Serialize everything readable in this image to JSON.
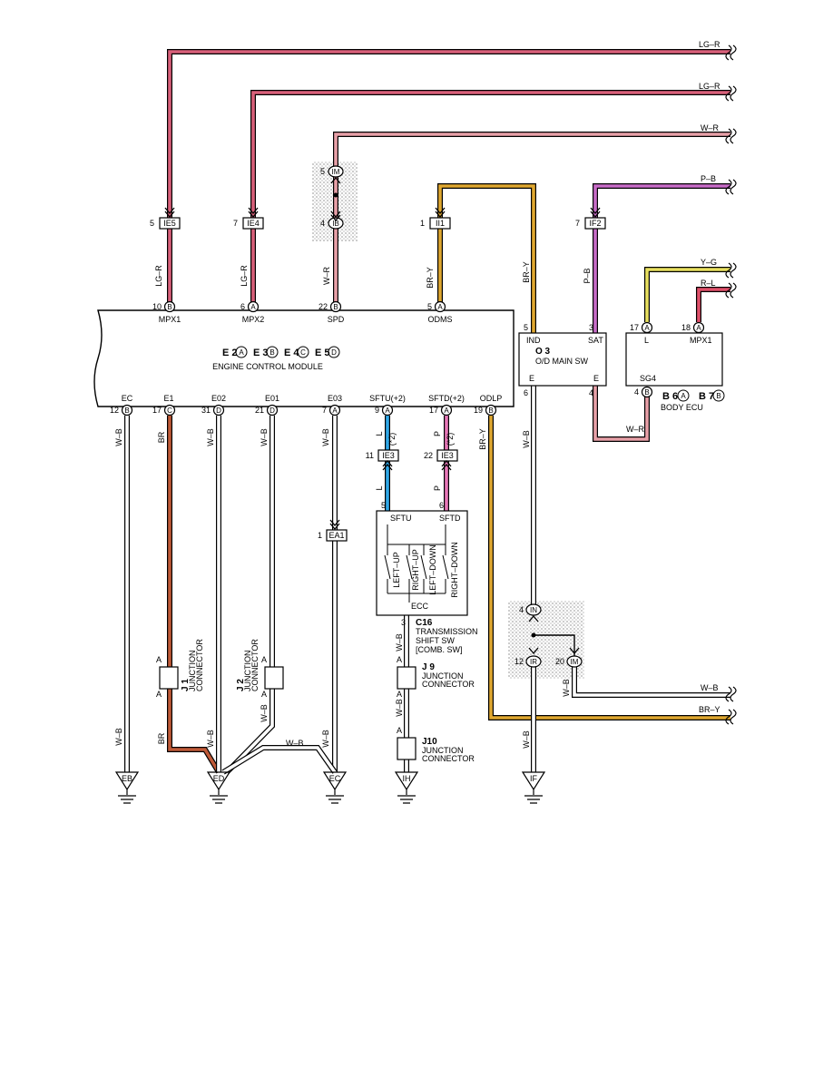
{
  "colors": {
    "LG-R": "#d9607a",
    "W-R": "#e8a0a8",
    "P-B": "#c86cc8",
    "Y-G": "#e8e060",
    "R-L": "#e0506a",
    "BR-Y": "#e0a830",
    "L": "#30a8e8",
    "P": "#e878b8",
    "BR": "#c05a38",
    "W-B": "#ffffff"
  },
  "wire_labels": {
    "lg_r_1": "LG–R",
    "lg_r_2": "LG–R",
    "w_r_top": "W–R",
    "p_b_top": "P–B",
    "y_g": "Y–G",
    "r_l": "R–L",
    "w_b_right": "W–B",
    "br_y_right": "BR–Y",
    "v_lg_r_1": "LG–R",
    "v_lg_r_2": "LG–R",
    "v_w_r": "W–R",
    "v_br_y": "BR–Y",
    "v_br_y_2": "BR–Y",
    "v_p_b": "P–B",
    "w_r_bottom": "W–R",
    "v_wb_ec": "W–B",
    "v_br_e1": "BR",
    "v_wb_e02": "W–B",
    "v_wb_e01": "W–B",
    "v_wb_e03": "W–B",
    "v_l": "L",
    "v_l_2": "(*2)",
    "v_p": "P",
    "v_p_2": "(*2)",
    "v_br_y_odlp": "BR–Y",
    "v_wb_main": "W–B",
    "v_l_lower": "L",
    "v_p_lower": "P",
    "v_wb_eb": "W–B",
    "v_br_lower": "BR",
    "v_wb_e02_lower": "W–B",
    "v_wb_j2": "W–B",
    "v_wb_e03_lower": "W–B",
    "h_wb_e03": "W–B",
    "v_wb_c16": "W–B",
    "v_wb_j9": "W–B",
    "v_wb_if": "W–B",
    "v_wb_1m": "W–B"
  },
  "connectors": {
    "ie5": "IE5",
    "ie4": "IE4",
    "ib": "IB",
    "im": "IM",
    "ii1": "II1",
    "if2": "IF2",
    "ie3a": "IE3",
    "ie3b": "IE3",
    "ea1": "EA1",
    "in": "IN",
    "ir": "IR",
    "im2": "IM"
  },
  "pins": {
    "ie5": "5",
    "ie4": "7",
    "ib": "4",
    "im": "5",
    "ii1": "1",
    "if2": "7",
    "ecm_mpx1": "10",
    "ecm_mpx2": "6",
    "ecm_spd": "22",
    "ecm_odms": "5",
    "ecm_ec": "12",
    "ecm_e1": "17",
    "ecm_e02": "31",
    "ecm_e01": "21",
    "ecm_e03": "7",
    "ecm_sftu": "9",
    "ecm_sftd": "17",
    "ecm_odlp": "19",
    "ie3a": "11",
    "ie3b": "22",
    "ea1": "1",
    "sw_sftu": "5",
    "sw_sftd": "6",
    "sw_ecc": "3",
    "o3_ind": "5",
    "o3_sat": "3",
    "o3_e1": "6",
    "o3_e2": "4",
    "body_l": "17",
    "body_mpx1": "18",
    "body_sg4": "4",
    "in": "4",
    "ir": "12",
    "im2": "20"
  },
  "pin_letters": {
    "mpx1": "B",
    "mpx2": "A",
    "spd": "B",
    "odms": "A",
    "ec": "B",
    "e1": "C",
    "e02": "D",
    "e01": "D",
    "e03": "A",
    "sftu": "A",
    "sftd": "A",
    "odlp": "B",
    "body_l": "A",
    "body_mpx1": "A",
    "body_sg4": "B"
  },
  "ecm": {
    "title": "ENGINE CONTROL MODULE",
    "codes": [
      "E 2",
      "A",
      "E 3",
      "B",
      "E 4",
      "C",
      "E 5",
      "D"
    ],
    "terms_top": [
      "MPX1",
      "MPX2",
      "SPD",
      "ODMS"
    ],
    "terms_bottom": [
      "EC",
      "E1",
      "E02",
      "E01",
      "E03",
      "SFTU(+2)",
      "SFTD(+2)",
      "ODLP"
    ]
  },
  "o3": {
    "code": "O 3",
    "name": "O/D MAIN SW",
    "ind": "IND",
    "sat": "SAT",
    "e": "E"
  },
  "body_ecu": {
    "l": "L",
    "mpx1": "MPX1",
    "sg4": "SG4",
    "codes": [
      "B 6",
      "A",
      "B 7",
      "B"
    ],
    "name": "BODY ECU"
  },
  "c16": {
    "sftu": "SFTU",
    "sftd": "SFTD",
    "ecc": "ECC",
    "sw1": "LEFT–UP",
    "sw2": "RIGHT–UP",
    "sw3": "LEFT–DOWN",
    "sw4": "RIGHT–DOWN",
    "code": "C16",
    "name1": "TRANSMISSION",
    "name2": "SHIFT SW",
    "name3": "[COMB. SW]"
  },
  "junctions": {
    "j1": {
      "code": "J 1",
      "l1": "JUNCTION",
      "l2": "CONNECTOR",
      "a": "A"
    },
    "j2": {
      "code": "J 2",
      "l1": "JUNCTION",
      "l2": "CONNECTOR",
      "a": "A"
    },
    "j9": {
      "code": "J 9",
      "l1": "JUNCTION",
      "l2": "CONNECTOR",
      "a": "A"
    },
    "j10": {
      "code": "J10",
      "l1": "JUNCTION",
      "l2": "CONNECTOR",
      "a": "A"
    }
  },
  "grounds": {
    "eb": "EB",
    "ed": "ED",
    "ec": "EC",
    "ih": "IH",
    "if": "IF"
  }
}
